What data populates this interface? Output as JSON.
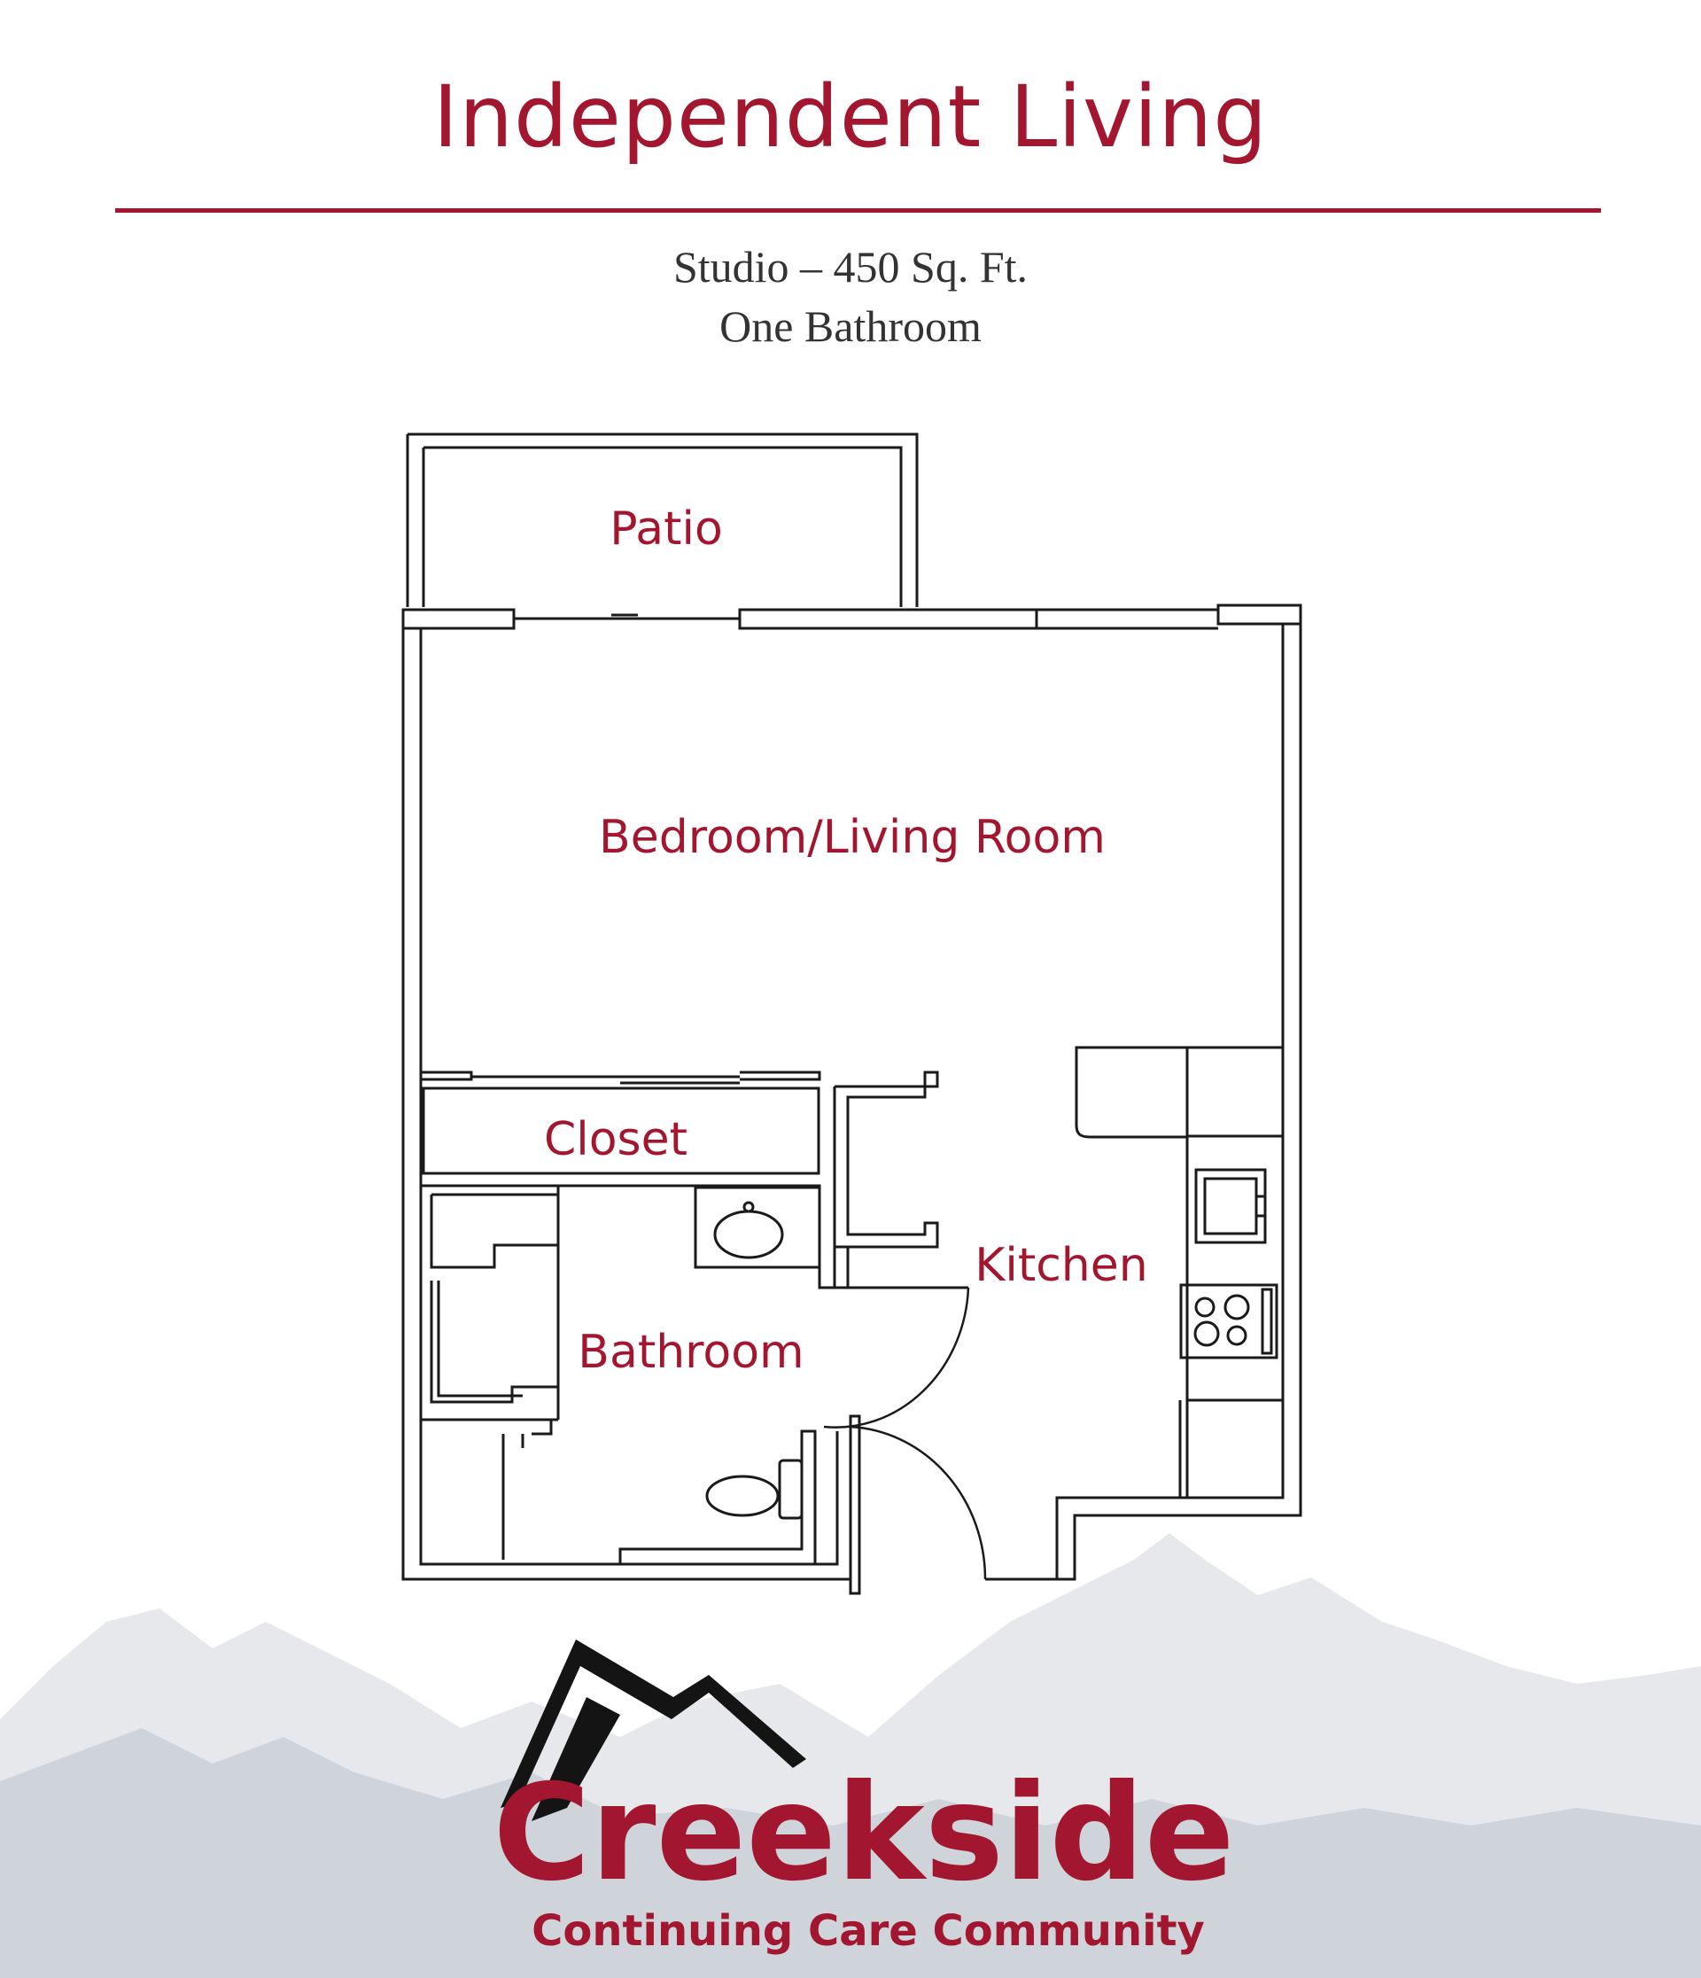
{
  "header": {
    "title": "Independent Living",
    "subtitle_line1": "Studio – 450 Sq. Ft.",
    "subtitle_line2": "One Bathroom"
  },
  "floorplan": {
    "rooms": {
      "patio": "Patio",
      "bedroom": "Bedroom/Living Room",
      "closet": "Closet",
      "kitchen": "Kitchen",
      "bathroom": "Bathroom"
    }
  },
  "logo": {
    "name": "Creekside",
    "tagline": "Continuing Care Community"
  },
  "colors": {
    "accent": "#a3162f",
    "text": "#333333",
    "mountains_light": "#e6e8ec",
    "mountains_dark": "#cfd3da"
  }
}
